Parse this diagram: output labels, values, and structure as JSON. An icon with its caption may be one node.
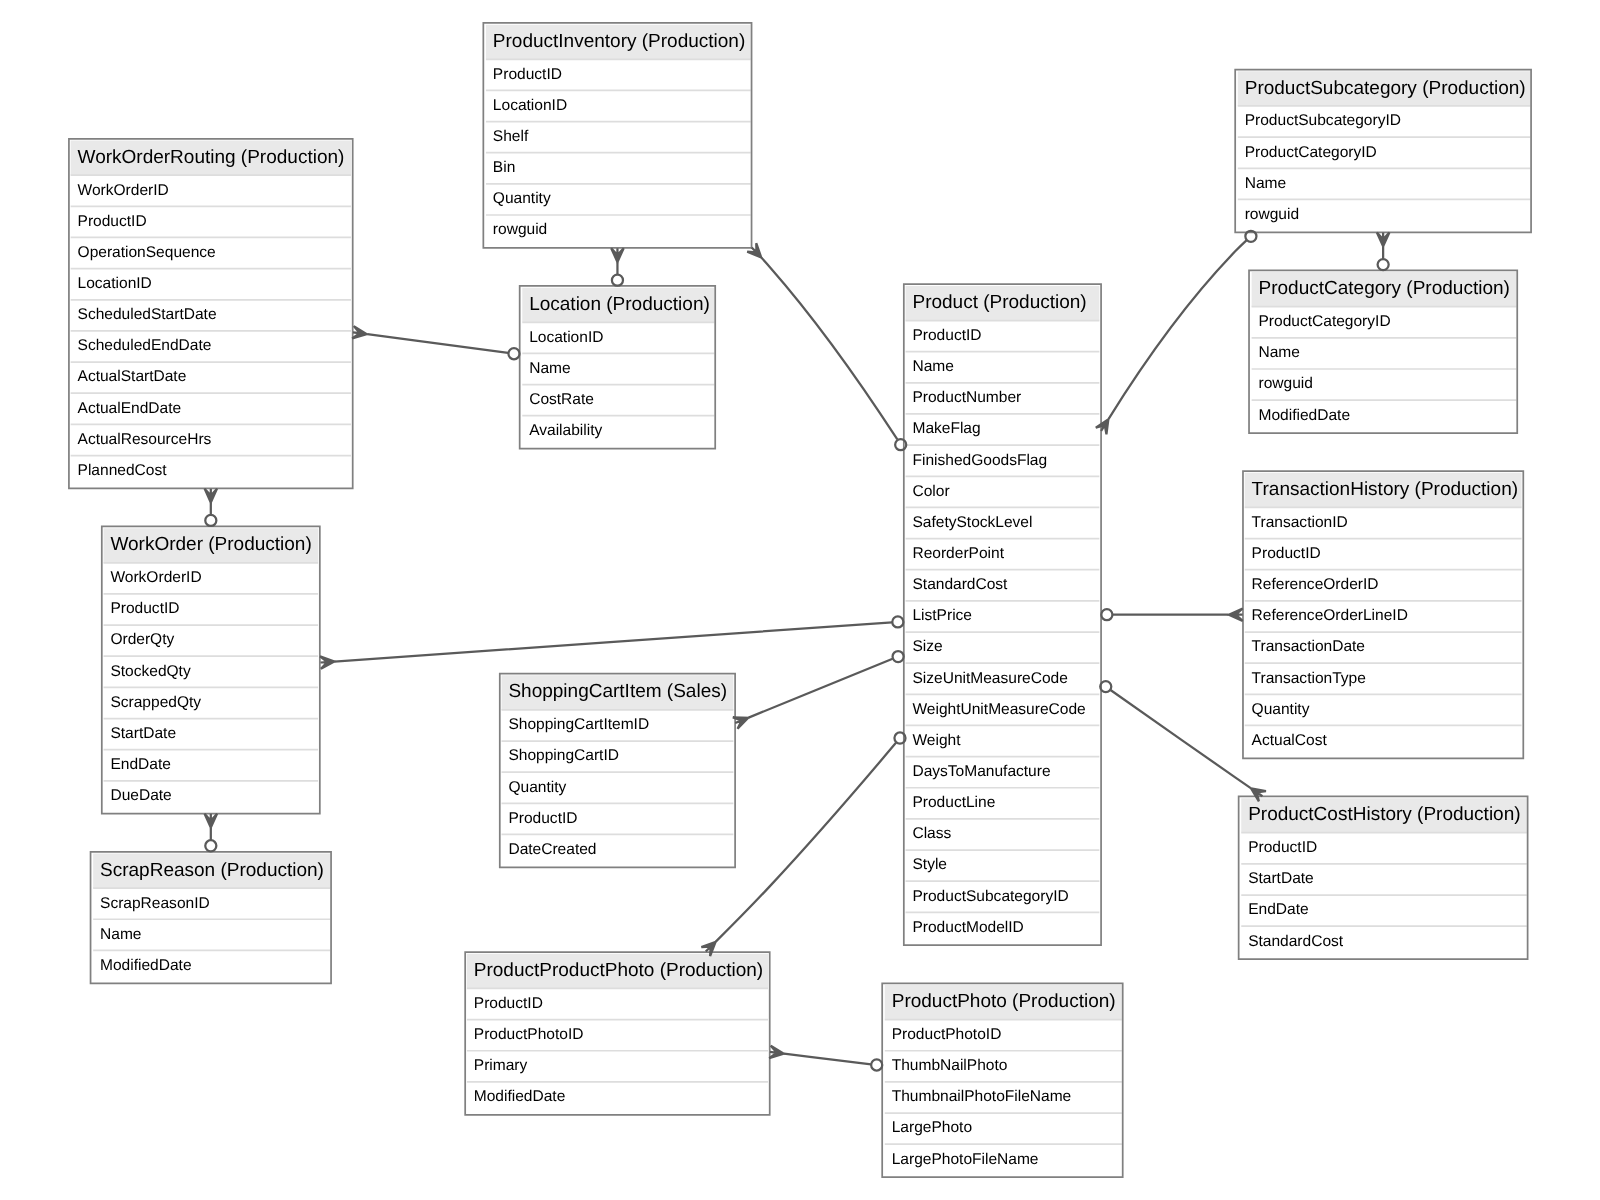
{
  "diagram": {
    "nodes": [
      {
        "text": [
          "ProductProductPhoto (Production)",
          "ProductID",
          "ProductPhotoID",
          "Primary",
          "ModifiedDate"
        ]
      },
      {
        "text": [
          "ProductPhoto (Production)",
          "ProductPhotoID",
          "ThumbNailPhoto",
          "ThumbnailPhotoFileName",
          "LargePhoto",
          "LargePhotoFileName"
        ]
      },
      {
        "text": [
          "TransactionHistory (Production)",
          "TransactionID",
          "ProductID",
          "ReferenceOrderID",
          "ReferenceOrderLineID",
          "TransactionDate",
          "TransactionType",
          "Quantity",
          "ActualCost"
        ]
      },
      {
        "text": [
          "ProductInventory (Production)",
          "ProductID",
          "LocationID",
          "Shelf",
          "Bin",
          "Quantity",
          "rowguid"
        ]
      },
      {
        "text": [
          "WorkOrderRouting (Production)",
          "WorkOrderID",
          "ProductID",
          "OperationSequence",
          "LocationID",
          "ScheduledStartDate",
          "ScheduledEndDate",
          "ActualStartDate",
          "ActualEndDate",
          "ActualResourceHrs",
          "PlannedCost"
        ]
      },
      {
        "text": [
          "Location (Production)",
          "LocationID",
          "Name",
          "CostRate",
          "Availability"
        ]
      },
      {
        "text": [
          "ProductCategory (Production)",
          "ProductCategoryID",
          "Name",
          "rowguid",
          "ModifiedDate"
        ]
      },
      {
        "text": [
          "Product (Production)",
          "ProductID",
          "Name",
          "ProductNumber",
          "MakeFlag",
          "FinishedGoodsFlag",
          "Color",
          "SafetyStockLevel",
          "ReorderPoint",
          "StandardCost",
          "ListPrice",
          "Size",
          "SizeUnitMeasureCode",
          "WeightUnitMeasureCode",
          "Weight",
          "DaysToManufacture",
          "ProductLine",
          "Class",
          "Style",
          "ProductSubcategoryID",
          "ProductModelID"
        ]
      },
      {
        "text": [
          "WorkOrder (Production)",
          "WorkOrderID",
          "ProductID",
          "OrderQty",
          "StockedQty",
          "ScrappedQty",
          "StartDate",
          "EndDate",
          "DueDate"
        ]
      },
      {
        "text": [
          "ProductSubcategory (Production)",
          "ProductSubcategoryID",
          "ProductCategoryID",
          "Name",
          "rowguid"
        ]
      },
      {
        "text": [
          "ProductCostHistory (Production)",
          "ProductID",
          "StartDate",
          "EndDate",
          "StandardCost"
        ]
      },
      {
        "text": [
          "ScrapReason (Production)",
          "ScrapReasonID",
          "Name",
          "ModifiedDate"
        ]
      },
      {
        "text": [
          "ShoppingCartItem (Sales)",
          "ShoppingCartItemID",
          "ShoppingCartID",
          "Quantity",
          "ProductID",
          "DateCreated"
        ]
      }
    ],
    "edges": [
      {
        "from": 0,
        "to": 1,
        "arrow": "other"
      },
      {
        "from": 0,
        "to": 7,
        "arrow": "other"
      },
      {
        "from": 2,
        "to": 7,
        "arrow": "other"
      },
      {
        "from": 3,
        "to": 7,
        "arrow": "other"
      },
      {
        "from": 3,
        "to": 5,
        "arrow": "other"
      },
      {
        "from": 4,
        "to": 5,
        "arrow": "other"
      },
      {
        "from": 4,
        "to": 8,
        "arrow": "other"
      },
      {
        "from": 8,
        "to": 11,
        "arrow": "other"
      },
      {
        "from": 8,
        "to": 7,
        "arrow": "other"
      },
      {
        "from": 12,
        "to": 7,
        "arrow": "other"
      },
      {
        "from": 9,
        "to": 6,
        "arrow": "other"
      },
      {
        "from": 7,
        "to": 9,
        "arrow": "other"
      },
      {
        "from": 10,
        "to": 7,
        "arrow": "other"
      }
    ]
  }
}
